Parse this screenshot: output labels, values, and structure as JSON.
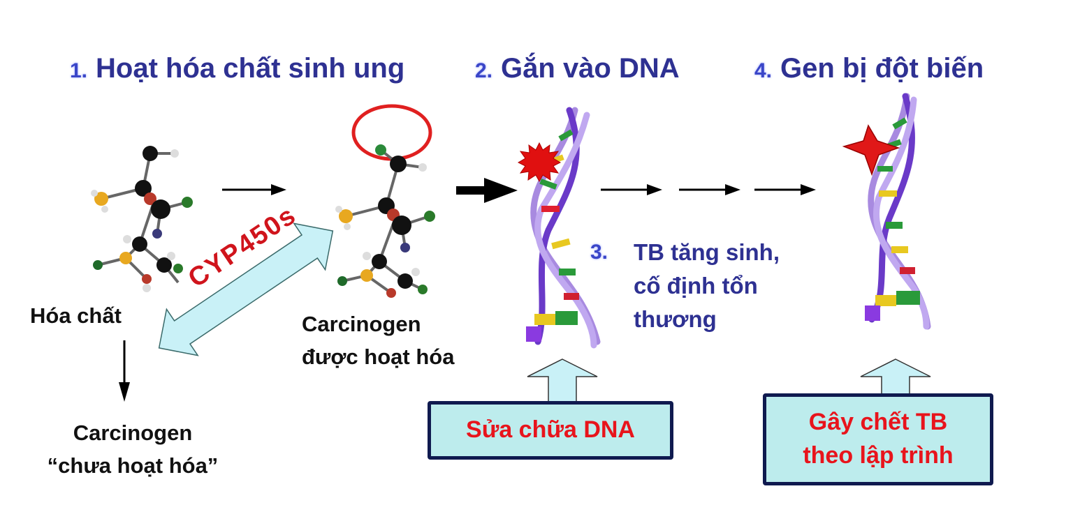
{
  "steps": {
    "step1": {
      "number": "1.",
      "title": "Hoạt hóa chất sinh ung"
    },
    "step2": {
      "number": "2.",
      "title": "Gắn vào DNA"
    },
    "step3": {
      "number": "3.",
      "lines": [
        "TB tăng sinh,",
        "cố định tổn",
        "thương"
      ]
    },
    "step4": {
      "number": "4.",
      "title": "Gen bị đột biến"
    }
  },
  "labels": {
    "chemical": "Hóa chất",
    "activated": [
      "Carcinogen",
      "được hoạt hóa"
    ],
    "inactive": [
      "Carcinogen",
      "“chưa hoạt hóa”"
    ],
    "enzyme": "CYP450s"
  },
  "boxes": {
    "dna_repair": "Sửa chữa DNA",
    "apoptosis": [
      "Gây chết TB",
      "theo lập trình"
    ]
  },
  "icons": {
    "molecule": "ball-and-stick-molecule",
    "dna": "dna-double-helix",
    "adduct": "red-starburst",
    "mutation": "red-star"
  },
  "colors": {
    "title_blue": "#2e3192",
    "number_blue": "#3a46c8",
    "red": "#e8141c",
    "box_fill": "#bdeced",
    "box_border": "#0f1a4f",
    "arrow_fill": "#c9f1f7"
  }
}
